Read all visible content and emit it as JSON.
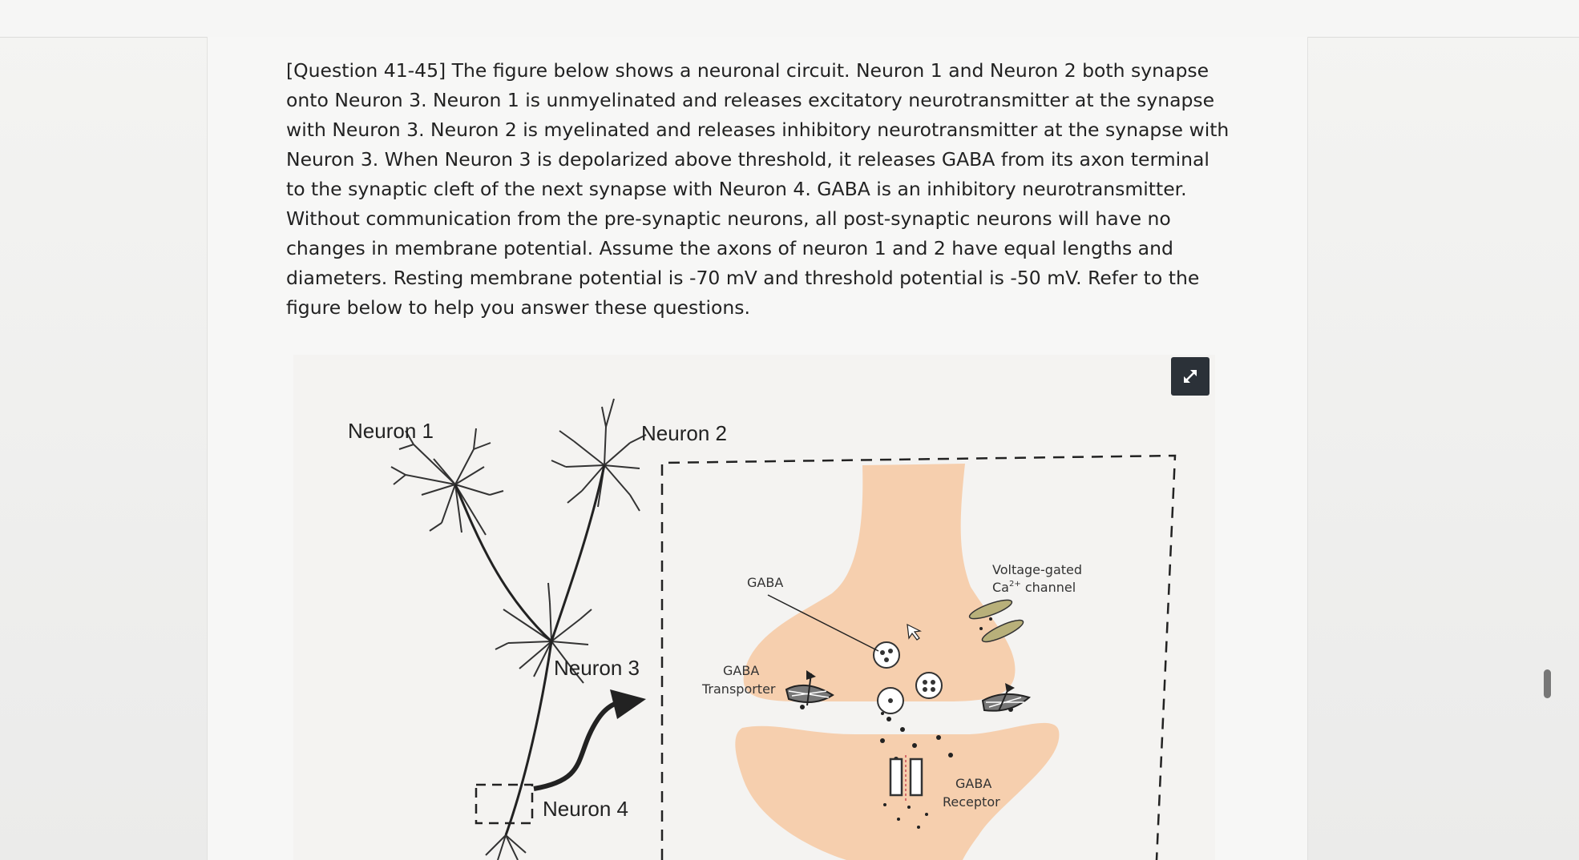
{
  "question": {
    "text": "[Question 41-45] The figure below shows a neuronal circuit. Neuron 1 and Neuron 2 both synapse onto Neuron 3. Neuron 1 is unmyelinated and releases excitatory neurotransmitter at the synapse with Neuron 3. Neuron 2 is myelinated and releases inhibitory neurotransmitter at the synapse with Neuron 3. When Neuron 3 is depolarized above threshold, it releases GABA from its axon terminal to the synaptic cleft of the next synapse with Neuron 4. GABA is an inhibitory neurotransmitter. Without communication from the pre-synaptic neurons, all post-synaptic neurons will have no changes in membrane potential. Assume the axons of neuron 1 and 2 have equal lengths and diameters. Resting membrane potential is -70 mV and threshold potential is -50 mV. Refer to the figure below to help you answer these questions."
  },
  "figure": {
    "neuron1_label": "Neuron 1",
    "neuron2_label": "Neuron 2",
    "neuron3_label": "Neuron 3",
    "neuron4_label": "Neuron 4",
    "gaba_label": "GABA",
    "gaba_transporter_line1": "GABA",
    "gaba_transporter_line2": "Transporter",
    "vg_channel_line1": "Voltage-gated",
    "vg_channel_line2_prefix": "Ca",
    "vg_channel_line2_sup": "2+",
    "vg_channel_line2_suffix": " channel",
    "gaba_receptor_line1": "GABA",
    "gaba_receptor_line2": "Receptor"
  },
  "colors": {
    "terminal_fill": "#f6cfae",
    "page_background": "#f0f0ee",
    "expand_button": "#2b3138",
    "ca_channel": "#b8b07a"
  },
  "icons": {
    "expand": "expand-arrows-icon"
  }
}
